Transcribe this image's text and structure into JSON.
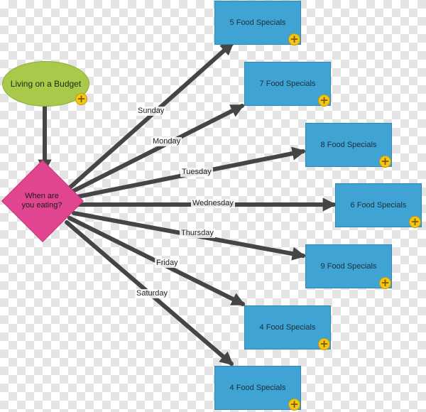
{
  "start_node": {
    "label": "Living on a Budget"
  },
  "decision_node": {
    "label": "When are\nyou eating?"
  },
  "edges": [
    {
      "label": "Sunday",
      "target": "5 Food Specials"
    },
    {
      "label": "Monday",
      "target": "7 Food Specials"
    },
    {
      "label": "Tuesday",
      "target": "8 Food Specials"
    },
    {
      "label": "Wednesday",
      "target": "6 Food Specials"
    },
    {
      "label": "Thursday",
      "target": "9 Food Specials"
    },
    {
      "label": "Friday",
      "target": "4 Food Specials"
    },
    {
      "label": "Saturday",
      "target": "4 Food Specials"
    }
  ],
  "colors": {
    "start_fill": "#a8c94a",
    "decision_fill": "#e2458f",
    "outcome_fill": "#3fa3d3",
    "connector": "#454545",
    "add_button": "#f5c617"
  },
  "icons": {
    "add": "plus-circle-icon"
  },
  "add_glyph": "+"
}
